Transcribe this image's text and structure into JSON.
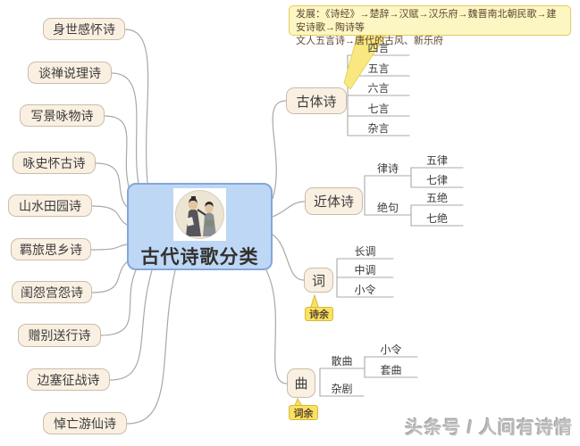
{
  "root": {
    "title": "古代诗歌分类"
  },
  "note": {
    "line1": "发展：《诗经》→楚辞→汉赋→汉乐府→魏晋南北朝民歌→建安诗歌→陶诗等",
    "line2": "文人五言诗→唐代的古风、新乐府"
  },
  "left_topics": [
    "身世感怀诗",
    "谈禅说理诗",
    "写景咏物诗",
    "咏史怀古诗",
    "山水田园诗",
    "羁旅思乡诗",
    "闺怨宫怨诗",
    "赠别送行诗",
    "边塞征战诗",
    "悼亡游仙诗"
  ],
  "gutishi": {
    "label": "古体诗",
    "children": [
      "四言",
      "五言",
      "六言",
      "七言",
      "杂言"
    ]
  },
  "jintishi": {
    "label": "近体诗",
    "lvshi": "律诗",
    "lvshi_children": [
      "五律",
      "七律"
    ],
    "jueju": "绝句",
    "jueju_children": [
      "五绝",
      "七绝"
    ]
  },
  "ci": {
    "label": "词",
    "callout": "诗余",
    "children": [
      "长调",
      "中调",
      "小令"
    ]
  },
  "qu": {
    "label": "曲",
    "callout": "词余",
    "sanqu": "散曲",
    "sanqu_children": [
      "小令",
      "套曲"
    ],
    "zaju": "杂剧"
  },
  "watermark": "头条号 / 人间有诗情",
  "colors": {
    "root_fill": "#bdd7f5",
    "root_border": "#84a7da",
    "topic_fill": "#faf0e2",
    "topic_border": "#c9bda9",
    "note_fill": "#fcf6c3",
    "note_border": "#e5cb5a",
    "callout_fill": "#f9e25f",
    "callout_border": "#d8b83c",
    "connector_line": "#a8a8a8",
    "beam_fill": "#f8e87f",
    "text": "#3b3b3b",
    "note_text": "#5e4632"
  }
}
